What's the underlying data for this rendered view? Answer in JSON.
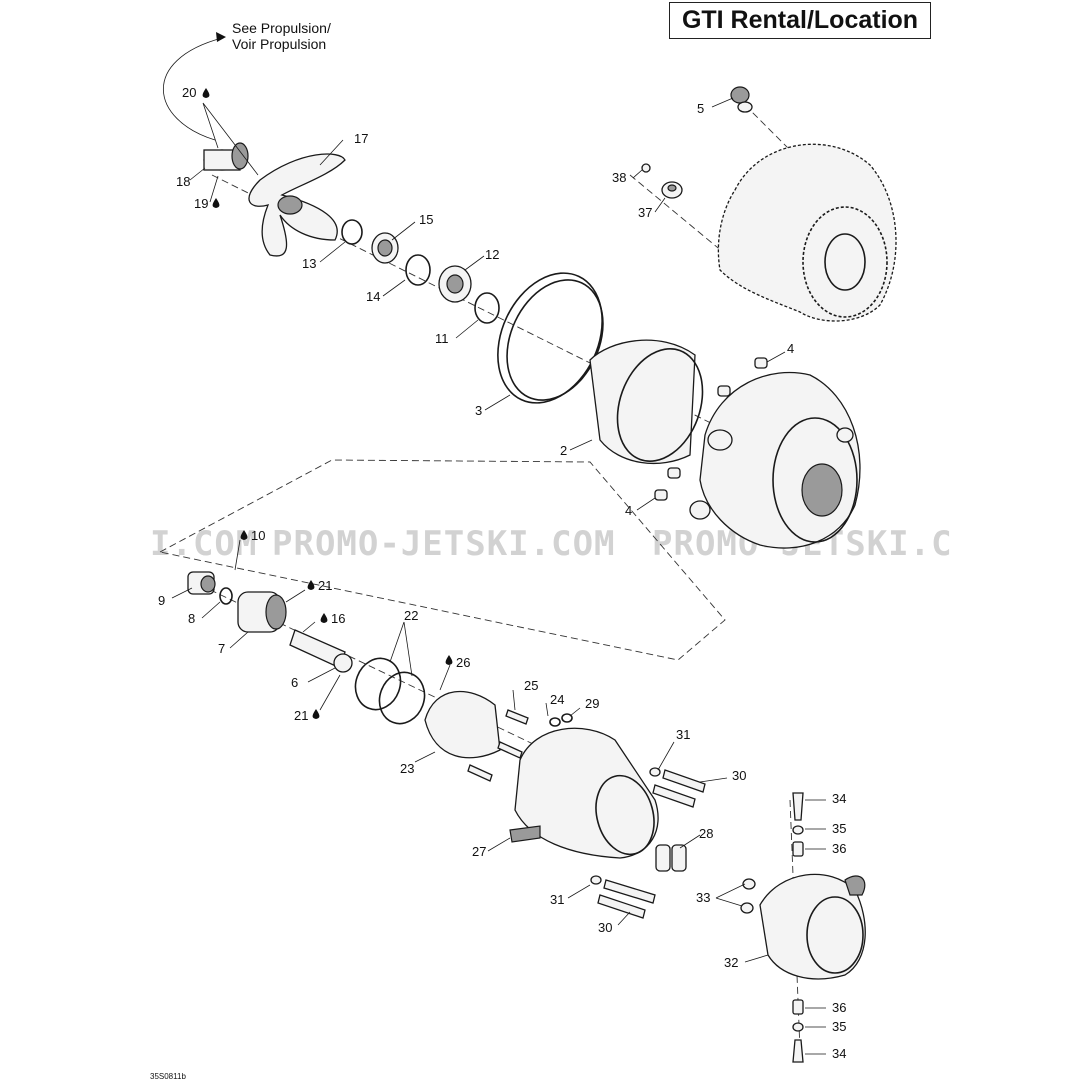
{
  "header": {
    "title": "GTI Rental/Location"
  },
  "note": {
    "line1": "See Propulsion/",
    "line2": "Voir Propulsion"
  },
  "watermark": {
    "left": "I.COM",
    "middle": "PROMO-JETSKI.COM",
    "right": "PROMO-JETSKI.C"
  },
  "diagram_code": "35S0811b",
  "callouts": {
    "c20": "20",
    "c17": "17",
    "c18": "18",
    "c19": "19",
    "c15": "15",
    "c13": "13",
    "c12": "12",
    "c14": "14",
    "c11": "11",
    "c5": "5",
    "c38": "38",
    "c37": "37",
    "c4a": "4",
    "c3": "3",
    "c2": "2",
    "c4b": "4",
    "c10": "10",
    "c9": "9",
    "c21a": "21",
    "c8": "8",
    "c16": "16",
    "c7": "7",
    "c22": "22",
    "c26": "26",
    "c6": "6",
    "c21b": "21",
    "c25": "25",
    "c24": "24",
    "c29": "29",
    "c23": "23",
    "c31a": "31",
    "c30a": "30",
    "c28": "28",
    "c27": "27",
    "c34a": "34",
    "c35a": "35",
    "c36a": "36",
    "c33": "33",
    "c31b": "31",
    "c30b": "30",
    "c32": "32",
    "c36b": "36",
    "c35b": "35",
    "c34b": "34"
  },
  "colors": {
    "line": "#1a1a1a",
    "watermark": "#d2d2d2",
    "fill": "#f4f4f4"
  }
}
